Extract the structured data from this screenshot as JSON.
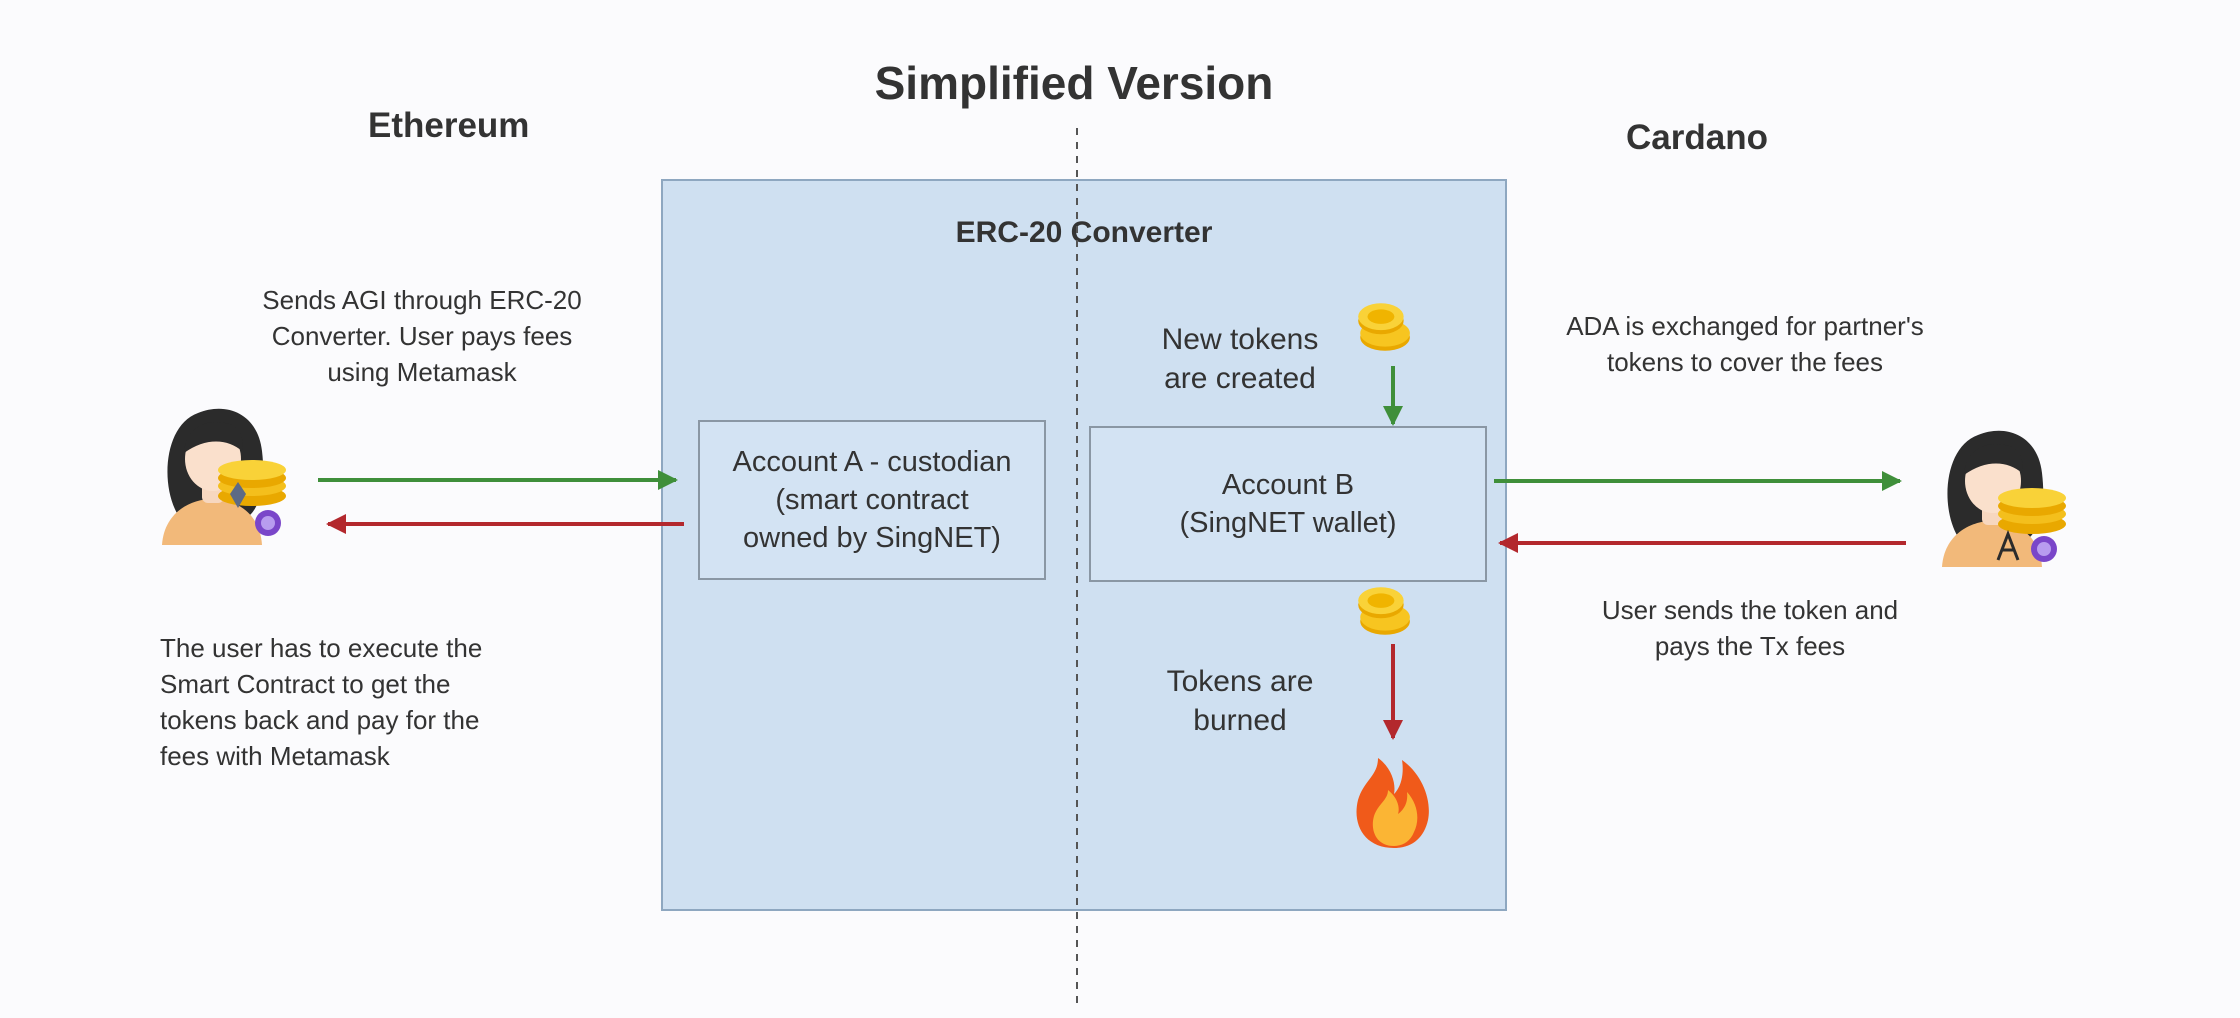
{
  "title": "Simplified Version",
  "columns": {
    "left": "Ethereum",
    "right": "Cardano"
  },
  "converter": {
    "title": "ERC-20 Converter",
    "account_a": "Account A - custodian\n(smart contract\nowned by SingNET)",
    "account_b": "Account B\n(SingNET wallet)",
    "tokens_created": "New tokens\nare created",
    "tokens_burned": "Tokens are\nburned"
  },
  "notes": {
    "eth_send": "Sends AGI through ERC-20\nConverter. User pays fees\nusing Metamask",
    "eth_return": "The user has to execute the\nSmart Contract to get the\ntokens back and pay for the\nfees with Metamask",
    "ada_exchange": "ADA is exchanged for partner's\ntokens to cover the fees",
    "ada_send": "User sends the token and\npays the Tx fees"
  },
  "colors": {
    "forward_arrow": "#3f8f3a",
    "return_arrow": "#b3282d",
    "converter_fill": "#cfe0f1"
  },
  "icons": {
    "eth_user": "user-with-ethereum-coins-icon",
    "ada_user": "user-with-cardano-coins-icon",
    "mint": "coin-stack-icon",
    "burn_coin": "coin-stack-icon",
    "fire": "fire-icon"
  }
}
